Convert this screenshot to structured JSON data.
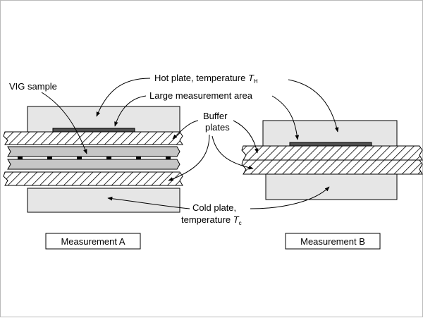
{
  "labels": {
    "hot_plate": "Hot plate, temperature ",
    "hot_plate_symbol": "T",
    "hot_plate_subscript": "H",
    "vig_sample": "VIG sample",
    "large_area": "Large measurement area",
    "buffer_line1": "Buffer",
    "buffer_line2": "plates",
    "cold_line1": "Cold plate,",
    "cold_line2": "temperature ",
    "cold_symbol": "T",
    "cold_subscript": "c",
    "measurement_a": "Measurement A",
    "measurement_b": "Measurement B"
  },
  "colors": {
    "plate_fill": "#e6e6e6",
    "sample_glass": "#c6c6c6",
    "pad_dark": "#505050",
    "outline": "#000000"
  }
}
